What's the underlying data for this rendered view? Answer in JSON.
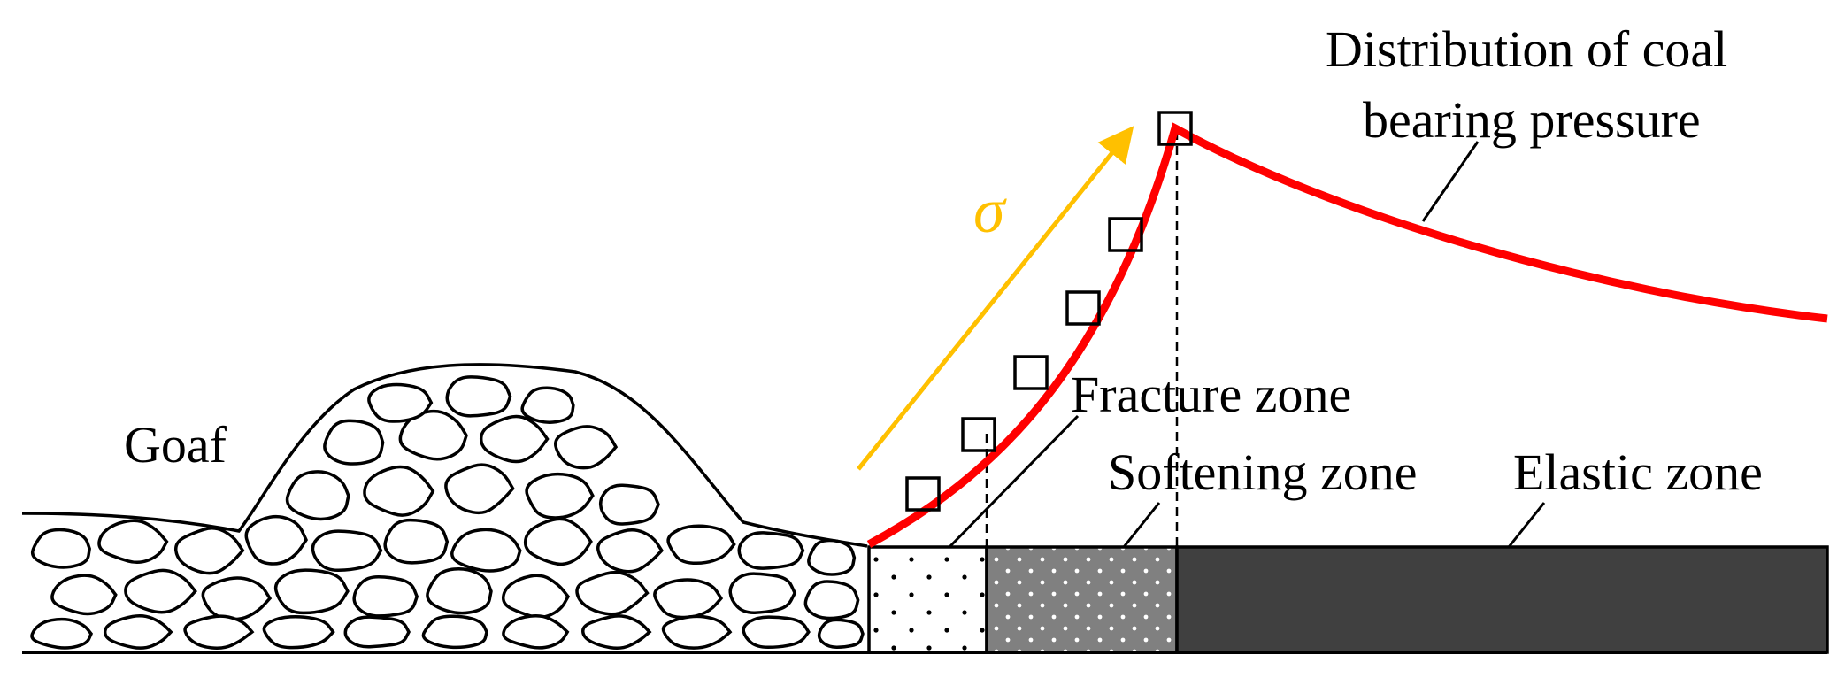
{
  "labels": {
    "goaf": "Goaf",
    "fracture_zone": "Fracture zone",
    "softening_zone": "Softening zone",
    "elastic_zone": "Elastic zone",
    "curve_label_line1": "Distribution of coal",
    "curve_label_line2": "bearing pressure",
    "stress_symbol": "σ"
  },
  "colors": {
    "curve": "#ff0000",
    "arrow": "#ffc000",
    "fracture_fill": "#ffffff",
    "softening_fill": "#808080",
    "elastic_fill": "#404040",
    "outline": "#000000"
  },
  "markers": {
    "count": 6,
    "shape": "square"
  }
}
